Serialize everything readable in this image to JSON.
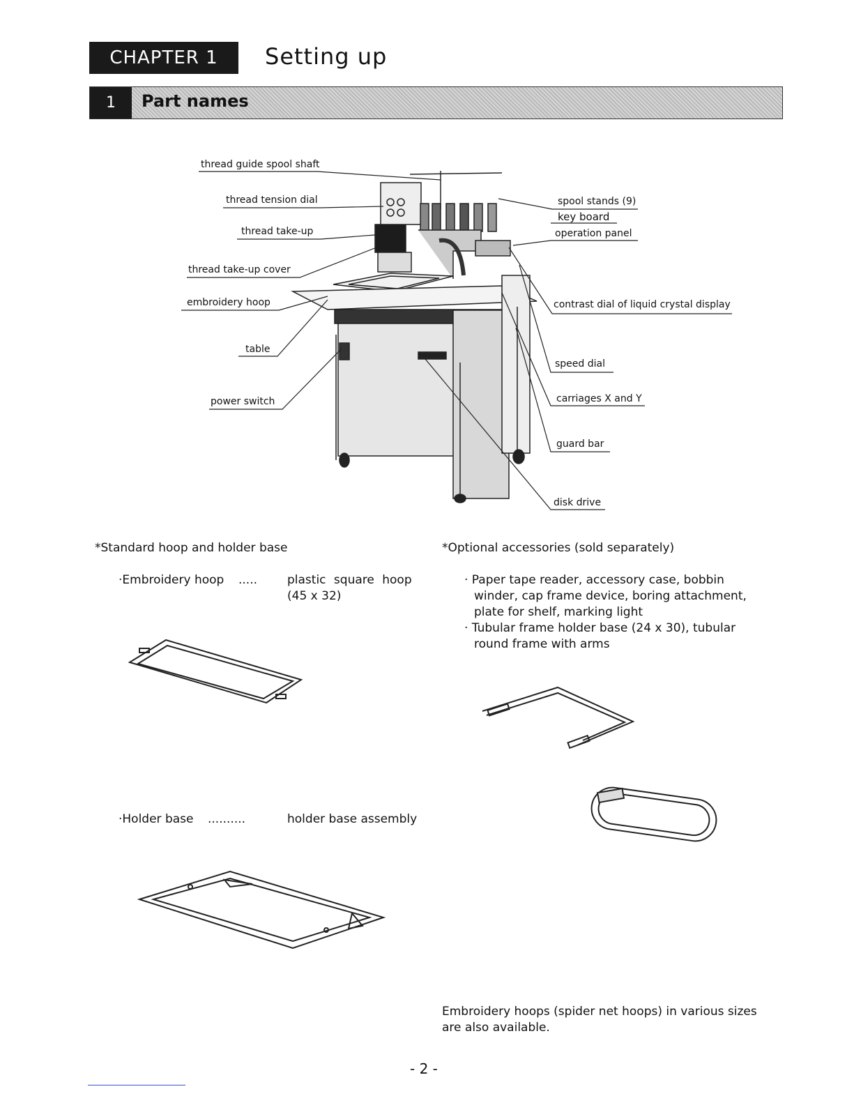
{
  "header": {
    "chapter_label": "CHAPTER 1",
    "chapter_title": "Setting up",
    "section_number": "1",
    "section_title": "Part names"
  },
  "callouts": {
    "thread_guide": "thread guide spool shaft",
    "tension_dial": "thread tension dial",
    "take_up": "thread take-up",
    "take_up_cover": "thread take-up cover",
    "hoop": "embroidery hoop",
    "table": "table",
    "power_switch": "power switch",
    "spool_stands": "spool stands (9)",
    "key_board": "key board",
    "operation_panel": "operation panel",
    "contrast_dial": "contrast dial of liquid crystal display",
    "speed_dial": "speed dial",
    "carriages": "carriages X and Y",
    "guard_bar": "guard bar",
    "disk_drive": "disk drive"
  },
  "standard": {
    "heading": "*Standard hoop and holder base",
    "hoop_label": "·Embroidery hoop",
    "hoop_dots": ".....",
    "hoop_value_1": "plastic square hoop",
    "hoop_value_2": "(45 x 32)",
    "holder_label": "·Holder base",
    "holder_dots": "..........",
    "holder_value": "holder base assembly"
  },
  "optional": {
    "heading": "*Optional accessories (sold separately)",
    "bullet1_lines": [
      "· Paper tape reader, accessory case, bobbin",
      "winder, cap frame device, boring attachment,",
      "plate for shelf, marking light"
    ],
    "bullet2_lines": [
      "· Tubular frame holder base (24 x 30), tubular",
      "round frame with arms"
    ]
  },
  "note": {
    "line1": "Embroidery hoops (spider net hoops) in various sizes",
    "line2": "are also available."
  },
  "page_number": "- 2 -"
}
